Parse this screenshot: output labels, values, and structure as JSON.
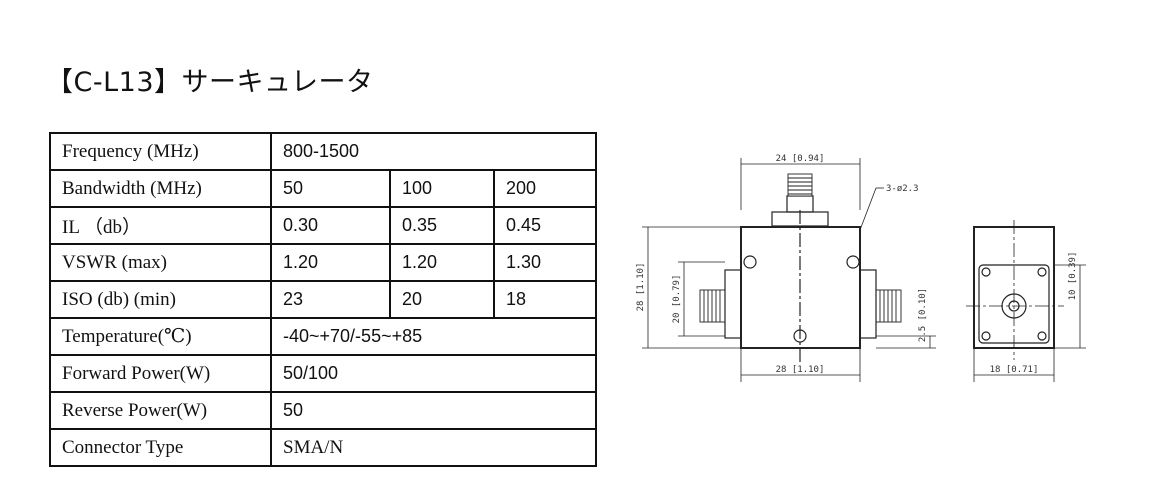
{
  "title": "【C-L13】サーキュレータ",
  "spec_table": {
    "rows": [
      {
        "label": "Frequency (MHz)",
        "values": [
          "800-1500"
        ]
      },
      {
        "label": "Bandwidth (MHz)",
        "values": [
          "50",
          "100",
          "200"
        ]
      },
      {
        "label": "IL （db）",
        "values": [
          "0.30",
          "0.35",
          "0.45"
        ]
      },
      {
        "label": "VSWR (max)",
        "values": [
          "1.20",
          "1.20",
          "1.30"
        ]
      },
      {
        "label": "ISO (db) (min)",
        "values": [
          "23",
          "20",
          "18"
        ]
      },
      {
        "label": "Temperature(℃)",
        "values": [
          "-40~+70/-55~+85"
        ]
      },
      {
        "label": "Forward Power(W)",
        "values": [
          "50/100"
        ]
      },
      {
        "label": "Reverse Power(W)",
        "values": [
          "50"
        ]
      },
      {
        "label": "Connector Type",
        "values": [
          "SMA/N"
        ]
      }
    ]
  },
  "drawing": {
    "top_width": "24 [0.94]",
    "holes": "3-ø2.3",
    "left_height": "28 [1.10]",
    "inner_height": "20 [0.79]",
    "offset": "2.5 [0.10]",
    "bottom_width": "28 [1.10]",
    "side_height": "10 [0.39]",
    "side_width": "18 [0.71]"
  }
}
